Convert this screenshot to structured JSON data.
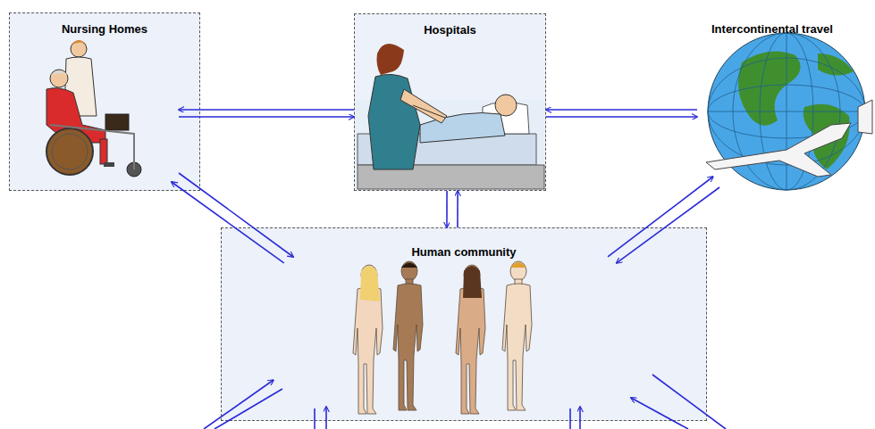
{
  "diagram": {
    "nodes": [
      {
        "text": [
          "Nursing Homes"
        ]
      },
      {
        "text": [
          "Hospitals"
        ]
      },
      {
        "text": [
          "Intercontinental travel"
        ]
      },
      {
        "text": [
          "Human community"
        ]
      }
    ],
    "edges": [
      {
        "from": 0,
        "to": 1,
        "arrow": "to"
      },
      {
        "from": 1,
        "to": 0,
        "arrow": "to"
      },
      {
        "from": 1,
        "to": 2,
        "arrow": "to"
      },
      {
        "from": 2,
        "to": 1,
        "arrow": "to"
      },
      {
        "from": 0,
        "to": 3,
        "arrow": "to"
      },
      {
        "from": 3,
        "to": 0,
        "arrow": "to"
      },
      {
        "from": 1,
        "to": 3,
        "arrow": "to"
      },
      {
        "from": 3,
        "to": 1,
        "arrow": "to"
      },
      {
        "from": 2,
        "to": 3,
        "arrow": "to"
      },
      {
        "from": 3,
        "to": 2,
        "arrow": "to"
      }
    ]
  }
}
